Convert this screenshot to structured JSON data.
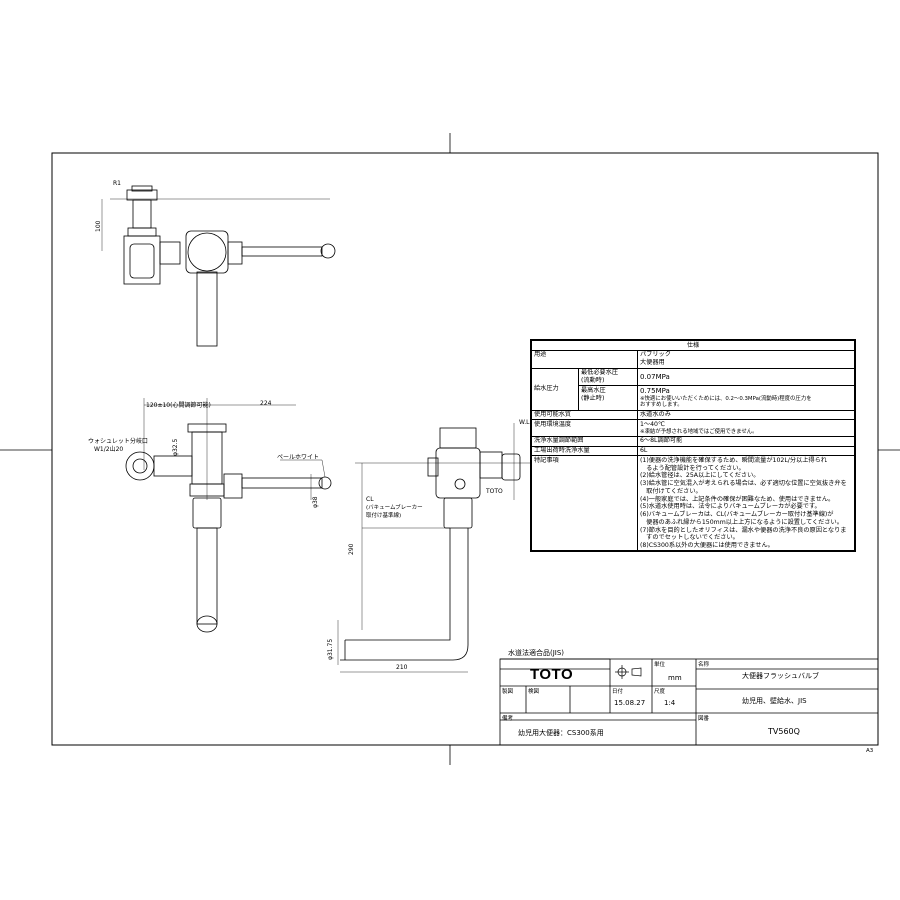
{
  "spec": {
    "title": "仕様",
    "rows": [
      {
        "label": "用途",
        "value": "パブリック\n大便器用"
      },
      {
        "label": "給水圧力",
        "sub": "最低必要水圧\n(流動時)",
        "value": "0.07MPa"
      },
      {
        "sub": "最高水圧\n(静止時)",
        "value": "0.75MPa",
        "note": "※快適にお使いいただくためには、0.2〜0.3MPa(流動時)程度の圧力を\nおすすめします。"
      },
      {
        "label": "使用可能水質",
        "value": "水道水のみ"
      },
      {
        "label": "使用環境温度",
        "value": "1〜40℃",
        "note": "※凍結が予想される地域ではご使用できません。"
      },
      {
        "label": "洗浄水量調節範囲",
        "value": "6〜8L調節可能"
      },
      {
        "label": "工場出荷時洗浄水量",
        "value": "6L"
      }
    ],
    "notes_label": "特記事項",
    "notes": [
      "(1)便器の洗浄機能を確保するため、瞬間流量が102L/分以上得られ\n　るよう配管設計を行ってください。",
      "(2)給水管径は、25A以上にしてください。",
      "(3)給水管に空気混入が考えられる場合は、必ず適切な位置に空気抜き弁を\n　取付けてください。",
      "(4)一般家庭では、上記条件の確保が困難なため、使用はできません。",
      "(5)水道水使用時は、法令によりバキュームブレーカが必要です。",
      "(6)バキュームブレーカは、CL(バキュームブレーカー取付け基準線)が\n　便器のあふれ縁から150mm以上上方になるように設置してください。",
      "(7)節水を目的としたオリフィスは、漏水や便器の洗浄不良の原因となりま\n　すのでセットしないでください。",
      "(8)CS300系以外の大便器には使用できません。"
    ]
  },
  "title_block": {
    "approval": "水道法適合品(JIS)",
    "brand": "TOTO",
    "unit_label": "単位",
    "unit": "mm",
    "name_label": "名称",
    "name": "大便器フラッシュバルブ",
    "drawn_label": "製図",
    "checked_label": "検図",
    "date_label": "日付",
    "date": "15.08.27",
    "scale_label": "尺度",
    "scale": "1:4",
    "subtitle": "幼児用、壁給水、JIS",
    "remarks_label": "備考",
    "remarks": "幼児用大便器：CS300系用",
    "number_label": "図番",
    "number": "TV560Q",
    "sheet": "A3"
  },
  "dims": {
    "r1": "R1",
    "d100": "100",
    "d120": "120±10(心間調節可能)",
    "d224": "224",
    "washlet": "ウォシュレット分岐口",
    "washlet_thread": "W1/2山20",
    "pale_white": "ペールホワイト",
    "phi32_5": "φ32.5",
    "phi38": "φ38",
    "wl": "W.L",
    "cl": "CL",
    "cl_note": "(バキュームブレーカー\n取付け基準線)",
    "toto_mark": "TOTO",
    "d290": "290",
    "d210": "210",
    "phi31_75": "φ31.75"
  }
}
